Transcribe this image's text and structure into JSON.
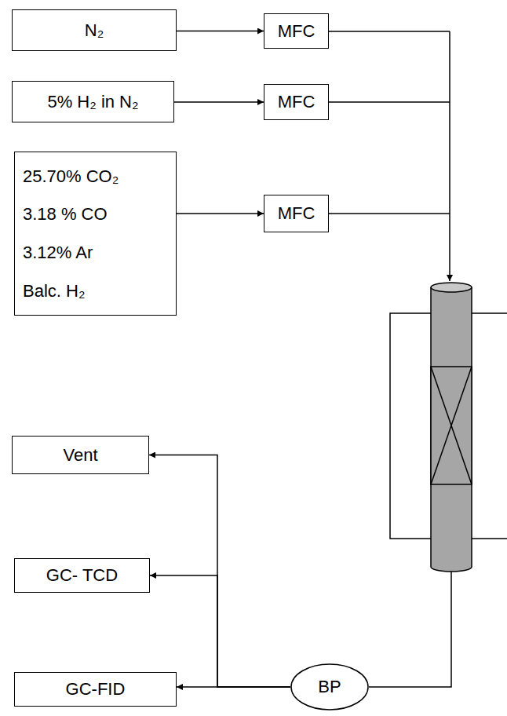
{
  "diagram": {
    "nodes": [
      {
        "text": [
          "N₂"
        ]
      },
      {
        "text": [
          "MFC"
        ]
      },
      {
        "text": [
          "5% H₂ in N₂"
        ]
      },
      {
        "text": [
          "MFC"
        ]
      },
      {
        "text": [
          "25.70% CO₂",
          "3.18 % CO",
          "3.12% Ar",
          "Balc. H₂"
        ]
      },
      {
        "text": [
          "MFC"
        ]
      },
      {
        "text": [
          "Vent"
        ]
      },
      {
        "text": [
          "GC- TCD"
        ]
      },
      {
        "text": [
          "GC-FID"
        ]
      },
      {
        "text": [
          "BP"
        ]
      }
    ],
    "edges": [
      {
        "from": 0,
        "to": 1,
        "arrow": "to"
      },
      {
        "from": 2,
        "to": 3,
        "arrow": "to"
      },
      {
        "from": 4,
        "to": 5,
        "arrow": "to"
      },
      {
        "from": 9,
        "to": 8,
        "arrow": "to"
      },
      {
        "from": 9,
        "to": 7,
        "arrow": "to"
      },
      {
        "from": 9,
        "to": 6,
        "arrow": "to"
      }
    ]
  }
}
